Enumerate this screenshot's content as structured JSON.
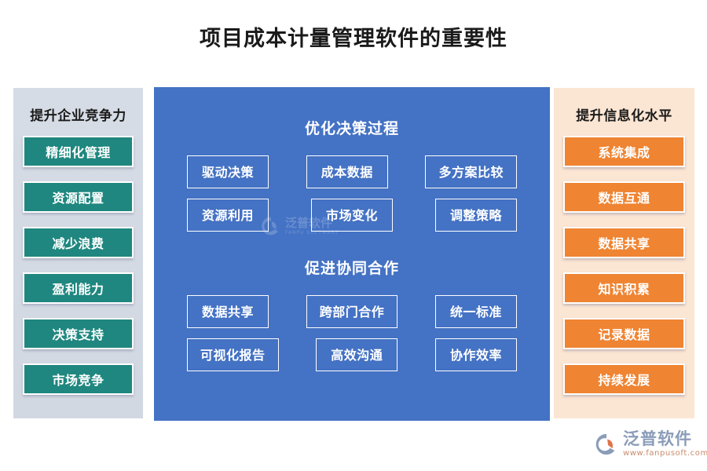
{
  "title": "项目成本计量管理软件的重要性",
  "colors": {
    "center_panel": "#4472c4",
    "left_panel": "#d4dae4",
    "right_panel": "#fbe5d3",
    "left_item": "#1f877f",
    "right_item": "#ef8432",
    "title_text": "#1a1a1a"
  },
  "left_column": {
    "header": "提升企业竞争力",
    "items": [
      {
        "label": "精细化管理"
      },
      {
        "label": "资源配置"
      },
      {
        "label": "减少浪费"
      },
      {
        "label": "盈利能力"
      },
      {
        "label": "决策支持"
      },
      {
        "label": "市场竞争"
      }
    ]
  },
  "center_column": {
    "sections": [
      {
        "title": "优化决策过程",
        "rows": [
          [
            {
              "label": "驱动决策"
            },
            {
              "label": "成本数据"
            },
            {
              "label": "多方案比较"
            }
          ],
          [
            {
              "label": "资源利用"
            },
            {
              "label": "市场变化"
            },
            {
              "label": "调整策略"
            }
          ]
        ]
      },
      {
        "title": "促进协同合作",
        "rows": [
          [
            {
              "label": "数据共享"
            },
            {
              "label": "跨部门合作"
            },
            {
              "label": "统一标准"
            }
          ],
          [
            {
              "label": "可视化报告"
            },
            {
              "label": "高效沟通"
            },
            {
              "label": "协作效率"
            }
          ]
        ]
      }
    ]
  },
  "right_column": {
    "header": "提升信息化水平",
    "items": [
      {
        "label": "系统集成"
      },
      {
        "label": "数据互通"
      },
      {
        "label": "数据共享"
      },
      {
        "label": "知识积累"
      },
      {
        "label": "记录数据"
      },
      {
        "label": "持续发展"
      }
    ]
  },
  "watermark": {
    "name": "泛普软件",
    "sub": "FANPU SOFTWARE"
  },
  "brand": {
    "name": "泛普软件",
    "url": "www.fanpusoft.com"
  }
}
